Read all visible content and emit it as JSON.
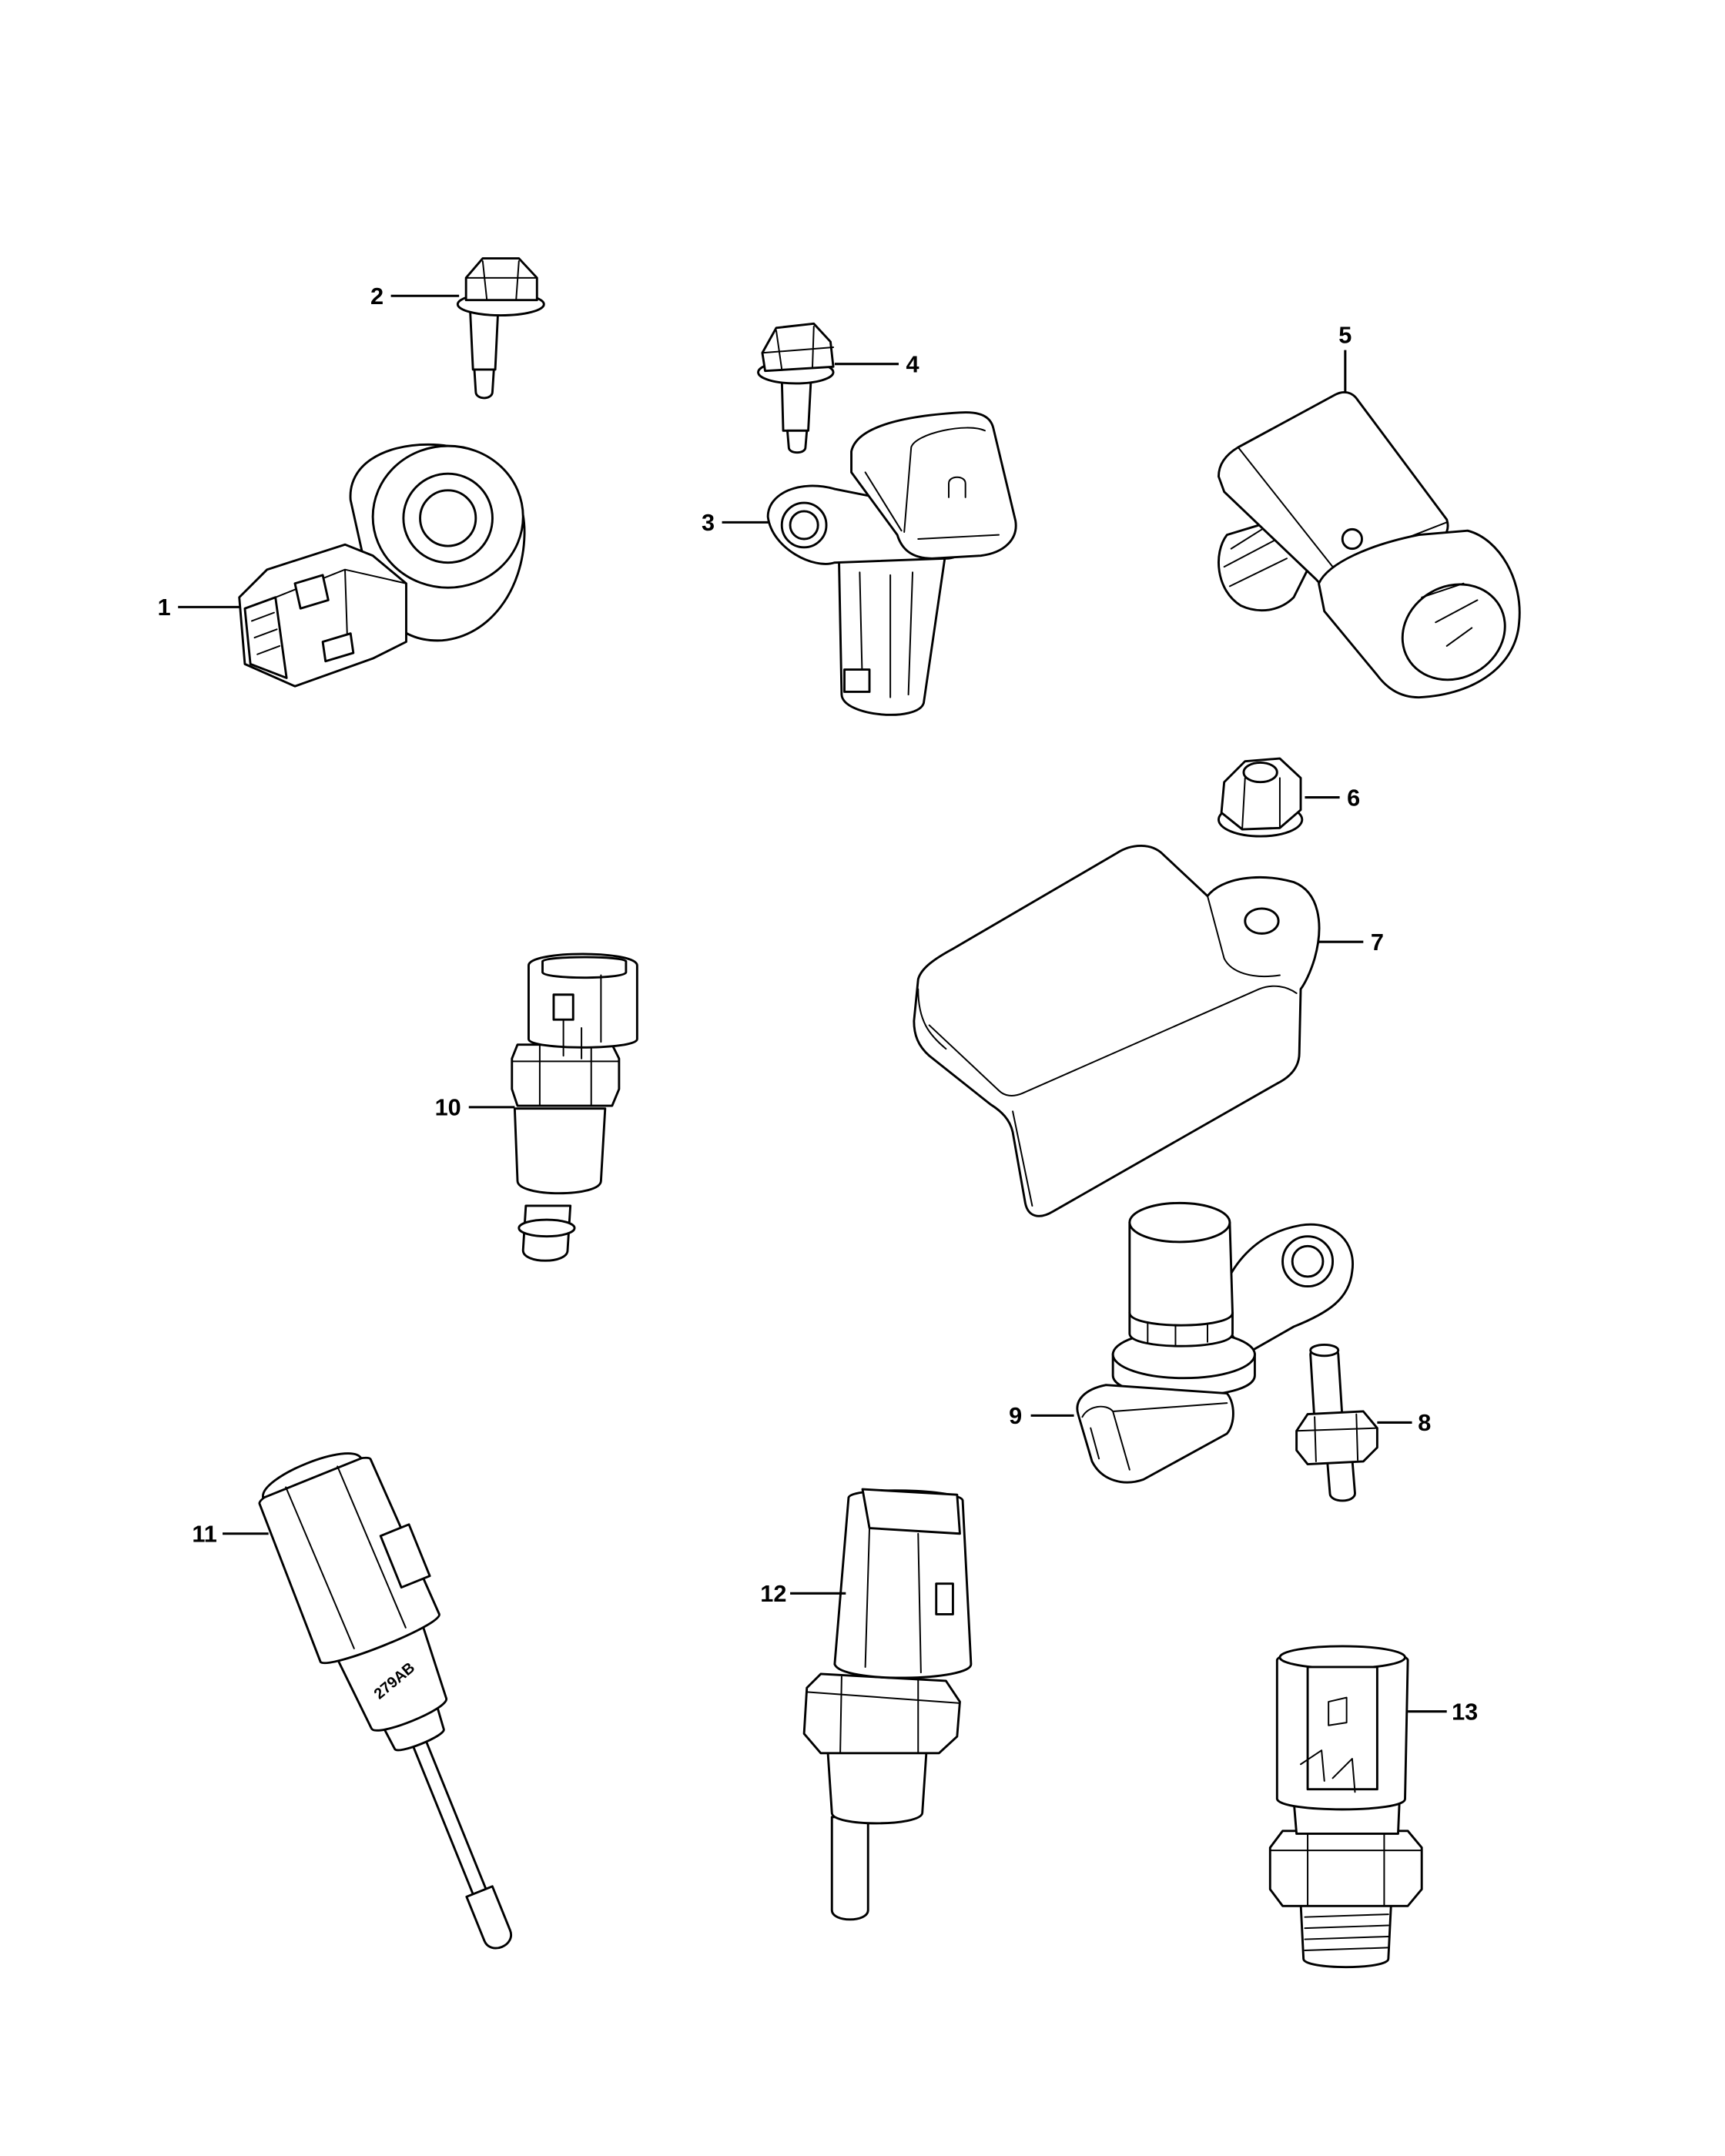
{
  "callouts": [
    "1",
    "2",
    "3",
    "4",
    "5",
    "6",
    "7",
    "8",
    "9",
    "10",
    "11",
    "12",
    "13"
  ],
  "part_markings": {
    "sensor_11_code": "279AB"
  },
  "colors": {
    "line": "#000000",
    "background": "#ffffff"
  }
}
